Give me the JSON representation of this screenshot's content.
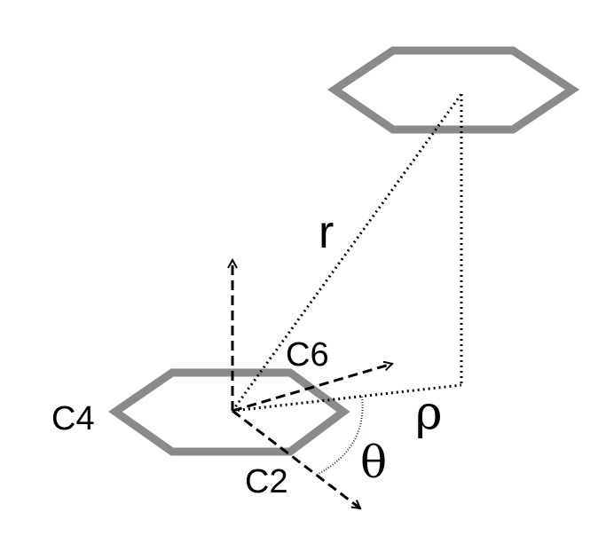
{
  "labels": {
    "r": "r",
    "c6": "C6",
    "c4": "C4",
    "c2": "C2",
    "rho": "ρ",
    "theta": "θ"
  },
  "colors": {
    "ring": "#8a8a8a",
    "lines": "#000000",
    "angle_arc": "#1f2a66",
    "background": "#ffffff"
  }
}
